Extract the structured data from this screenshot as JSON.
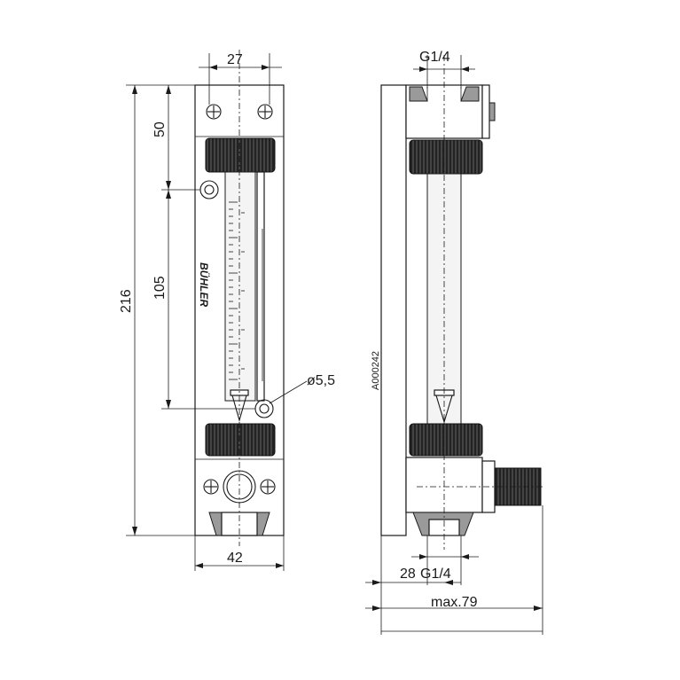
{
  "dimensions": {
    "width_top": "27",
    "height_upper": "50",
    "height_scale": "105",
    "height_total": "216",
    "width_bottom": "42",
    "hole_diameter": "ø5,5",
    "thread_top": "G1/4",
    "thread_bottom": "G1/4",
    "depth_28": "28",
    "depth_max": "max.79"
  },
  "logo_text": "BÜHLER",
  "drawing_number": "A000242"
}
